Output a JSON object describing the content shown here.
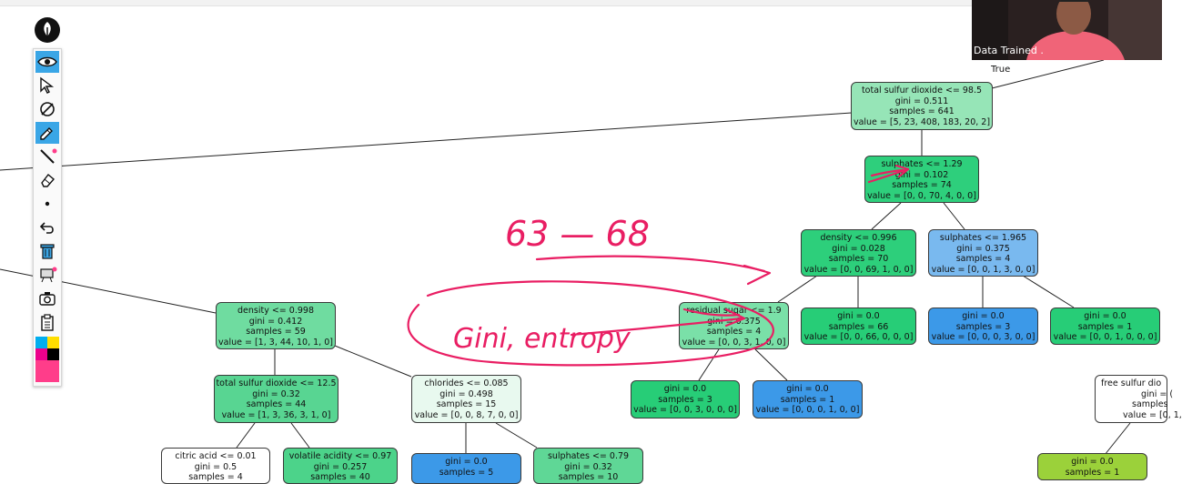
{
  "video": {
    "name": "Data Trained ."
  },
  "edge_label_true": "True",
  "annotations": {
    "numbers": "63 — 68",
    "words": "Gini, entropy"
  },
  "colors": {
    "ink": "#e91e63",
    "tool_active": "#3aa6e6",
    "highlight": "#ff3d8a"
  },
  "toolbar": {
    "items": [
      {
        "name": "eye-icon",
        "active": true
      },
      {
        "name": "pointer-icon",
        "active": false
      },
      {
        "name": "no-pen-icon",
        "active": false
      },
      {
        "name": "pen-icon",
        "active": true
      },
      {
        "name": "line-icon",
        "active": false
      },
      {
        "name": "eraser-icon",
        "active": false
      },
      {
        "name": "dot-icon",
        "active": false
      },
      {
        "name": "undo-icon",
        "active": false
      },
      {
        "name": "trash-icon",
        "active": false
      },
      {
        "name": "whiteboard-icon",
        "active": false
      },
      {
        "name": "camera-icon",
        "active": false
      },
      {
        "name": "clipboard-icon",
        "active": false
      }
    ]
  },
  "tree": {
    "nodes": [
      {
        "id": "root",
        "fill": "#96e5b7",
        "lines": [
          "total sulfur dioxide <= 98.5",
          "gini = 0.511",
          "samples = 641",
          "value = [5, 23, 408, 183, 20, 2]"
        ]
      },
      {
        "id": "n_sulph1",
        "fill": "#2ecf7c",
        "lines": [
          "sulphates <= 1.29",
          "gini = 0.102",
          "samples = 74",
          "value = [0, 0, 70, 4, 0, 0]"
        ]
      },
      {
        "id": "n_dens2",
        "fill": "#2dcf7b",
        "lines": [
          "density <= 0.996",
          "gini = 0.028",
          "samples = 70",
          "value = [0, 0, 69, 1, 0, 0]"
        ]
      },
      {
        "id": "n_sulph2",
        "fill": "#79b9ef",
        "lines": [
          "sulphates <= 1.965",
          "gini = 0.375",
          "samples = 4",
          "value = [0, 0, 1, 3, 0, 0]"
        ]
      },
      {
        "id": "n_resid",
        "fill": "#7ae0a8",
        "lines": [
          "residual sugar <= 1.9",
          "gini = 0.375",
          "samples = 4",
          "value = [0, 0, 3, 1, 0, 0]"
        ]
      },
      {
        "id": "n_leaf66",
        "fill": "#27cd77",
        "lines": [
          "gini = 0.0",
          "samples = 66",
          "value = [0, 0, 66, 0, 0, 0]"
        ]
      },
      {
        "id": "n_leafb3",
        "fill": "#3c99e8",
        "lines": [
          "gini = 0.0",
          "samples = 3",
          "value = [0, 0, 0, 3, 0, 0]"
        ]
      },
      {
        "id": "n_leafg1",
        "fill": "#27cd77",
        "lines": [
          "gini = 0.0",
          "samples = 1",
          "value = [0, 0, 1, 0, 0, 0]"
        ]
      },
      {
        "id": "n_leafg3",
        "fill": "#27cd77",
        "lines": [
          "gini = 0.0",
          "samples = 3",
          "value = [0, 0, 3, 0, 0, 0]"
        ]
      },
      {
        "id": "n_leafb1",
        "fill": "#3c99e8",
        "lines": [
          "gini = 0.0",
          "samples = 1",
          "value = [0, 0, 0, 1, 0, 0]"
        ]
      },
      {
        "id": "n_free",
        "fill": "#ffffff",
        "lines": [
          "free sulfur dio",
          "gini = (",
          "samples",
          "value = [0, 1,"
        ]
      },
      {
        "id": "n_yellow",
        "fill": "#9bd13a",
        "lines": [
          "gini = 0.0",
          "samples = 1",
          ""
        ]
      },
      {
        "id": "n_dens1",
        "fill": "#6fdca0",
        "lines": [
          "density <= 0.998",
          "gini = 0.412",
          "samples = 59",
          "value = [1, 3, 44, 10, 1, 0]"
        ]
      },
      {
        "id": "n_tsd",
        "fill": "#58d592",
        "lines": [
          "total sulfur dioxide <= 12.5",
          "gini = 0.32",
          "samples = 44",
          "value = [1, 3, 36, 3, 1, 0]"
        ]
      },
      {
        "id": "n_chlor",
        "fill": "#e8f9ef",
        "lines": [
          "chlorides <= 0.085",
          "gini = 0.498",
          "samples = 15",
          "value = [0, 0, 8, 7, 0, 0]"
        ]
      },
      {
        "id": "n_citric",
        "fill": "#ffffff",
        "lines": [
          "citric acid <= 0.01",
          "gini = 0.5",
          "samples = 4"
        ]
      },
      {
        "id": "n_volat",
        "fill": "#4cd38a",
        "lines": [
          "volatile acidity <= 0.97",
          "gini = 0.257",
          "samples = 40"
        ]
      },
      {
        "id": "n_leaf5",
        "fill": "#3c99e8",
        "lines": [
          "gini = 0.0",
          "samples = 5"
        ]
      },
      {
        "id": "n_sulph3",
        "fill": "#5fd796",
        "lines": [
          "sulphates <= 0.79",
          "gini = 0.32",
          "samples = 10"
        ]
      }
    ]
  }
}
